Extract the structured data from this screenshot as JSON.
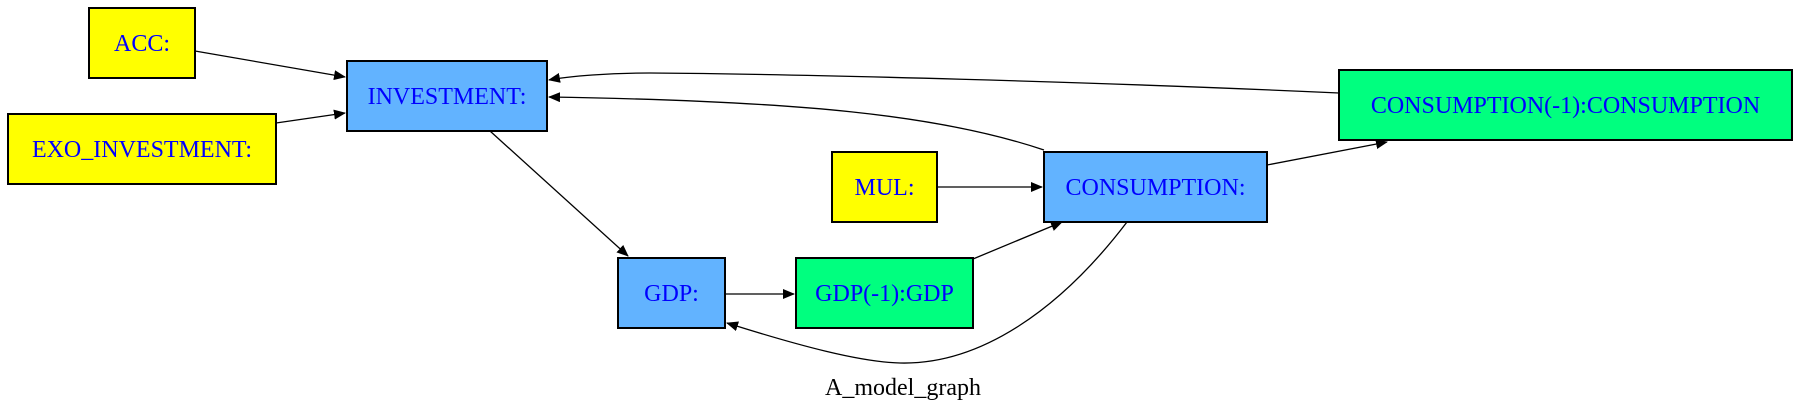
{
  "graph": {
    "caption": "A_model_graph",
    "colors": {
      "exogenous": "#ffff00",
      "endogenous": "#62b3ff",
      "lagged": "#00ff7f",
      "label": "#0000ff",
      "edge": "#000000",
      "border": "#000000"
    },
    "nodes": [
      {
        "id": "acc",
        "label": "ACC:",
        "kind": "exogenous"
      },
      {
        "id": "exo_investment",
        "label": "EXO_INVESTMENT:",
        "kind": "exogenous"
      },
      {
        "id": "investment",
        "label": "INVESTMENT:",
        "kind": "endogenous"
      },
      {
        "id": "mul",
        "label": "MUL:",
        "kind": "exogenous"
      },
      {
        "id": "consumption",
        "label": "CONSUMPTION:",
        "kind": "endogenous"
      },
      {
        "id": "consumption_lag",
        "label": "CONSUMPTION(-1):CONSUMPTION",
        "kind": "lagged"
      },
      {
        "id": "gdp",
        "label": "GDP:",
        "kind": "endogenous"
      },
      {
        "id": "gdp_lag",
        "label": "GDP(-1):GDP",
        "kind": "lagged"
      }
    ],
    "edges": [
      {
        "from": "acc",
        "to": "investment"
      },
      {
        "from": "exo_investment",
        "to": "investment"
      },
      {
        "from": "investment",
        "to": "gdp"
      },
      {
        "from": "consumption_lag",
        "to": "investment"
      },
      {
        "from": "consumption",
        "to": "investment"
      },
      {
        "from": "mul",
        "to": "consumption"
      },
      {
        "from": "consumption",
        "to": "consumption_lag"
      },
      {
        "from": "gdp",
        "to": "gdp_lag"
      },
      {
        "from": "gdp_lag",
        "to": "consumption"
      },
      {
        "from": "consumption",
        "to": "gdp"
      }
    ]
  }
}
